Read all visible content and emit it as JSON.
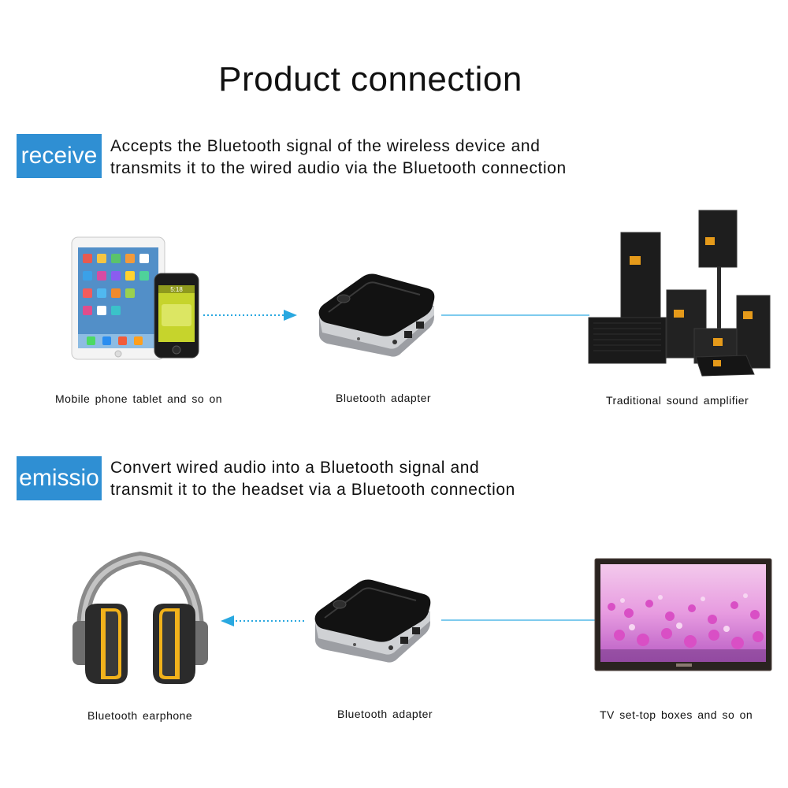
{
  "title": "Product connection",
  "receive": {
    "tag": "receive",
    "desc_line1": "Accepts the Bluetooth signal of the wireless device and",
    "desc_line2": "transmits it to the wired audio via the Bluetooth connection",
    "caption_source": "Mobile  phone  tablet  and so on",
    "caption_adapter": "Bluetooth adapter",
    "caption_target": "Traditional sound  amplifier",
    "phone_time": "5:18"
  },
  "emission": {
    "tag": "emissio",
    "desc_line1": "Convert wired audio into a Bluetooth signal and",
    "desc_line2": "transmit it to the headset via a Bluetooth connection",
    "caption_target": "Bluetooth earphone",
    "caption_adapter": "Bluetooth adapter",
    "caption_source": "TV set-top boxes and so on"
  },
  "colors": {
    "accent": "#2f8fd3",
    "arrow": "#29a8e0",
    "line": "#7ecbee",
    "speaker_logo": "#e59a1a",
    "earcup": "#f2b21b"
  },
  "icons": [
    "tablet-icon",
    "smartphone-icon",
    "bluetooth-adapter-icon",
    "speaker-system-icon",
    "headphones-icon",
    "tv-icon"
  ]
}
